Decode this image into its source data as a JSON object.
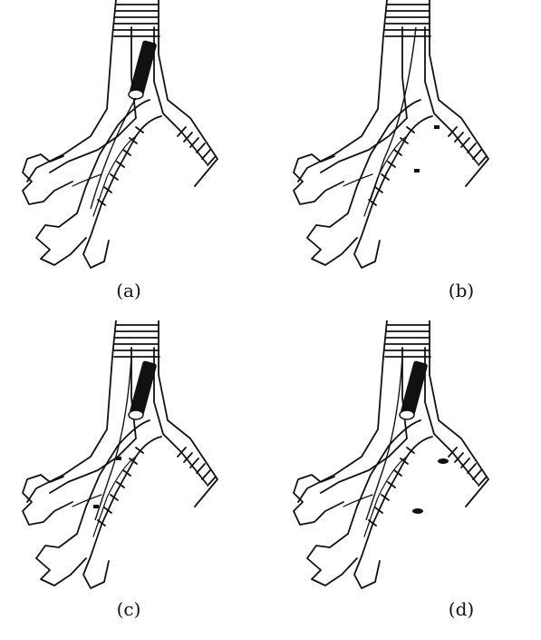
{
  "panels": [
    {
      "label": "(a)",
      "stage": "scope-left-wedged"
    },
    {
      "label": "(b)",
      "stage": "catheter-with-two-markers"
    },
    {
      "label": "(c)",
      "stage": "scope-and-catheter"
    },
    {
      "label": "(d)",
      "stage": "scope-with-inflated-balloons"
    }
  ],
  "colors": {
    "ink": "#111111",
    "paper": "#ffffff"
  }
}
